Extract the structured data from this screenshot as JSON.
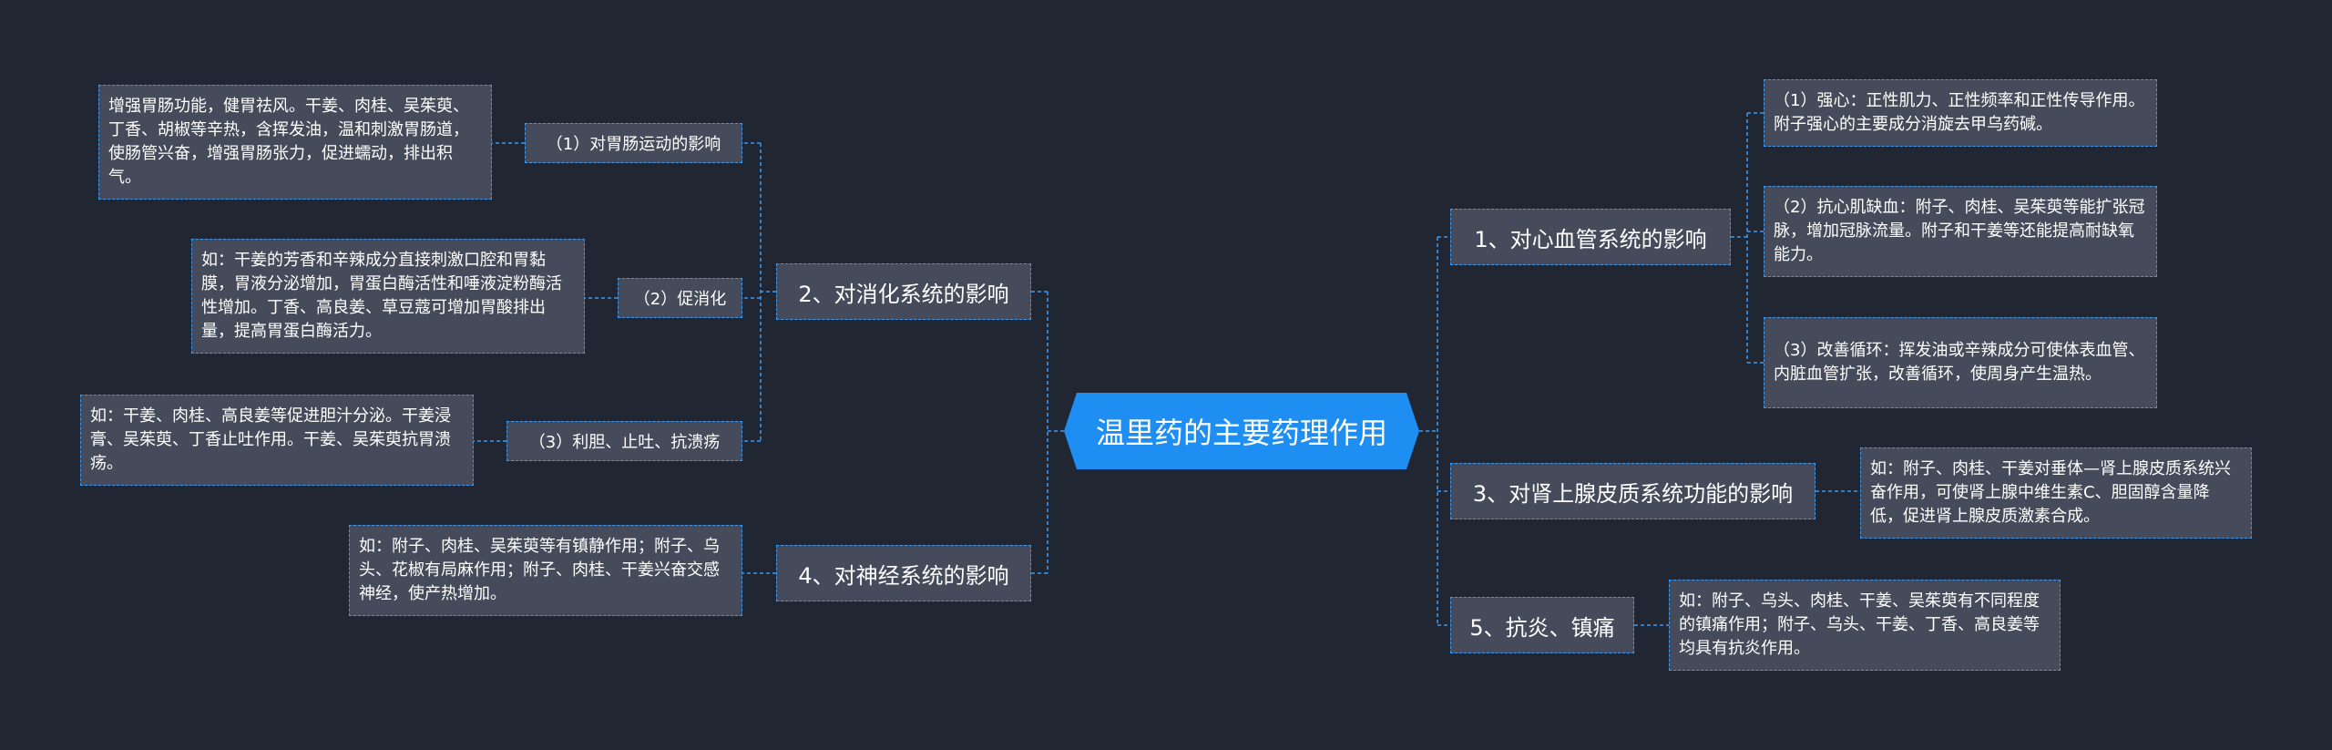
{
  "root": {
    "label": "温里药的主要药理作用"
  },
  "branches": {
    "b1": {
      "label": "1、对心血管系统的影响"
    },
    "b2": {
      "label": "2、对消化系统的影响"
    },
    "b3": {
      "label": "3、对肾上腺皮质系统功能的影响"
    },
    "b4": {
      "label": "4、对神经系统的影响"
    },
    "b5": {
      "label": "5、抗炎、镇痛"
    }
  },
  "subs": {
    "s21": {
      "label": "（1）对胃肠运动的影响"
    },
    "s22": {
      "label": "（2）促消化"
    },
    "s23": {
      "label": "（3）利胆、止吐、抗溃疡"
    }
  },
  "leaves": {
    "l11": {
      "text": "（1）强心：正性肌力、正性频率和正性传导作用。附子强心的主要成分消旋去甲乌药碱。"
    },
    "l12": {
      "text": "（2）抗心肌缺血：附子、肉桂、吴茱萸等能扩张冠脉，增加冠脉流量。附子和干姜等还能提高耐缺氧能力。"
    },
    "l13": {
      "text": "（3）改善循环：挥发油或辛辣成分可使体表血管、内脏血管扩张，改善循环，使周身产生温热。"
    },
    "l21": {
      "text": "增强胃肠功能，健胃祛风。干姜、肉桂、吴茱萸、丁香、胡椒等辛热，含挥发油，温和刺激胃肠道，使肠管兴奋，增强胃肠张力，促进蠕动，排出积气。"
    },
    "l22": {
      "text": "如：干姜的芳香和辛辣成分直接刺激口腔和胃黏膜，胃液分泌增加，胃蛋白酶活性和唾液淀粉酶活性增加。丁香、高良姜、草豆蔻可增加胃酸排出量，提高胃蛋白酶活力。"
    },
    "l23": {
      "text": "如：干姜、肉桂、高良姜等促进胆汁分泌。干姜浸膏、吴茱萸、丁香止吐作用。干姜、吴茱萸抗胃溃疡。"
    },
    "l3": {
      "text": "如：附子、肉桂、干姜对垂体—肾上腺皮质系统兴奋作用，可使肾上腺中维生素C、胆固醇含量降低，促进肾上腺皮质激素合成。"
    },
    "l4": {
      "text": "如：附子、肉桂、吴茱萸等有镇静作用；附子、乌头、花椒有局麻作用；附子、肉桂、干姜兴奋交感神经，使产热增加。"
    },
    "l5": {
      "text": "如：附子、乌头、肉桂、干姜、吴茱萸有不同程度的镇痛作用；附子、乌头、干姜、丁香、高良姜等均具有抗炎作用。"
    }
  },
  "colors": {
    "background": "#212633",
    "root": "#1e8ef2",
    "node": "#454b5a",
    "connector": "#3d98ef"
  }
}
